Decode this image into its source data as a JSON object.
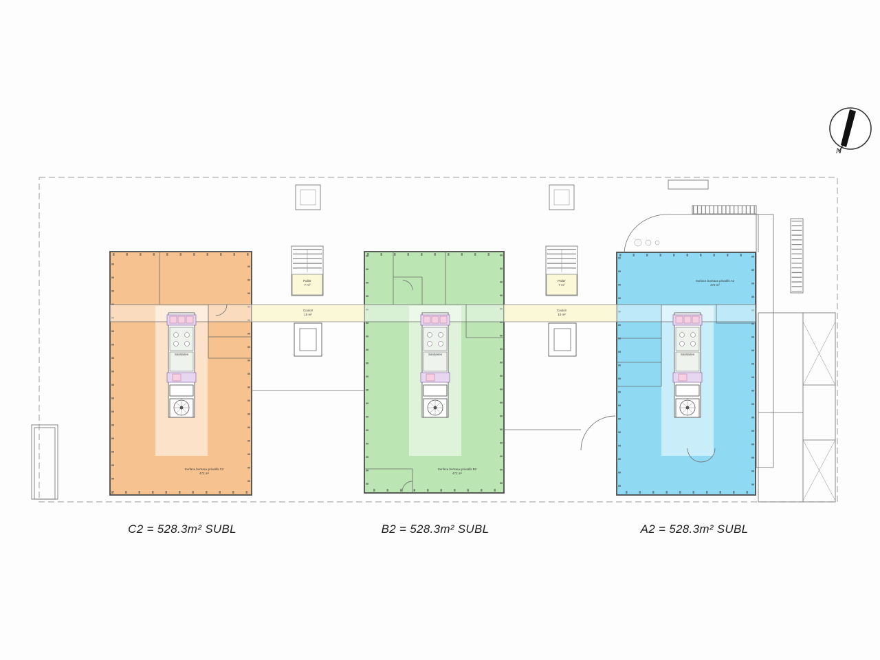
{
  "colors": {
    "bg": "#fdfdfd",
    "wall": "#4a4a4a",
    "boundary": "#9a9a9a",
    "unit-c2": "#f6c28f",
    "unit-b2": "#bce5b4",
    "unit-a2": "#8fd9f3",
    "corridor": "#fbf8d8",
    "wc-lavender": "#e6d6f0",
    "wc-pink": "#f6cfe2",
    "label": "#1d1d1d"
  },
  "units": [
    {
      "id": "C2",
      "label": "C2 = 528.3m² SUBL",
      "annotation_line1": "Surface bureaux privatifs C2",
      "annotation_line2": "472 m²"
    },
    {
      "id": "B2",
      "label": "B2 = 528.3m² SUBL",
      "annotation_line1": "Surface bureaux privatifs B2",
      "annotation_line2": "472 m²"
    },
    {
      "id": "A2",
      "label": "A2 = 528.3m² SUBL",
      "annotation_line1": "Surface bureaux privatifs A2",
      "annotation_line2": "472 m²"
    }
  ],
  "corridors": [
    {
      "line1": "Couloir",
      "line2": "10 m²"
    },
    {
      "line1": "Couloir",
      "line2": "10 m²"
    }
  ],
  "stair_landings": [
    {
      "line1": "Palier",
      "line2": "7 m²"
    },
    {
      "line1": "Palier",
      "line2": "7 m²"
    }
  ],
  "cores": [
    {
      "label": "Sanitaires"
    },
    {
      "label": "Sanitaires"
    },
    {
      "label": "Sanitaires"
    }
  ],
  "compass": {
    "north_label": "N"
  }
}
